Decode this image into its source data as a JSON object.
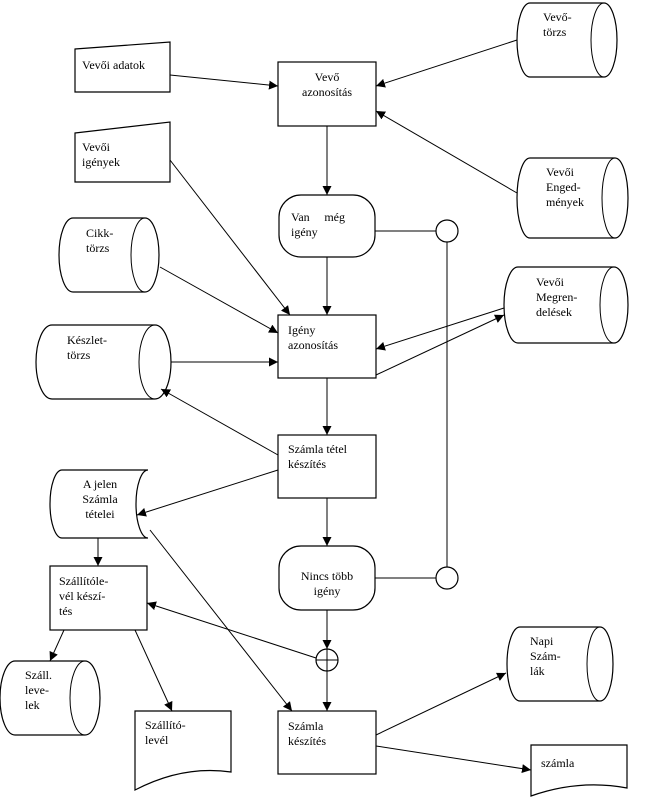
{
  "nodes": {
    "vevoi_adatok": "Vevői adatok",
    "vevoi_igenyek": "Vevői\nigények",
    "vevo_torzs": "Vevő-\ntörzs",
    "vevo_azonositas": "Vevő\nazonosítás",
    "vevoi_engedmenyek": "Vevői\nEnged-\nmények",
    "van_meg_igeny_1": "Van még",
    "van_meg_igeny_2": "igény",
    "cikk_torzs": "Cikk-\ntörzs",
    "keszlet_torzs": "Készlet-\ntörzs",
    "igeny_azonositas": "Igény\nazonosítás",
    "vevoi_megrendelesek": "Vevői\nMegren-\ndelések",
    "szamla_tetel_keszites": "Számla tétel\nkészítés",
    "a_jelen_szamla_tetelei": "A jelen\nSzámla\ntételei",
    "szallitolevel_keszites": "Szállítóle-\nvél készí-\ntés",
    "nincs_tobb_igeny": "Nincs több\nigény",
    "szall_levelek": "Száll.\nleve-\nlek",
    "szallitolevel": "Szállító-\nlevél",
    "szamla_keszites": "Számla\nkészítés",
    "napi_szamlak": "Napi\nSzám-\nlák",
    "szamla": "számla"
  }
}
